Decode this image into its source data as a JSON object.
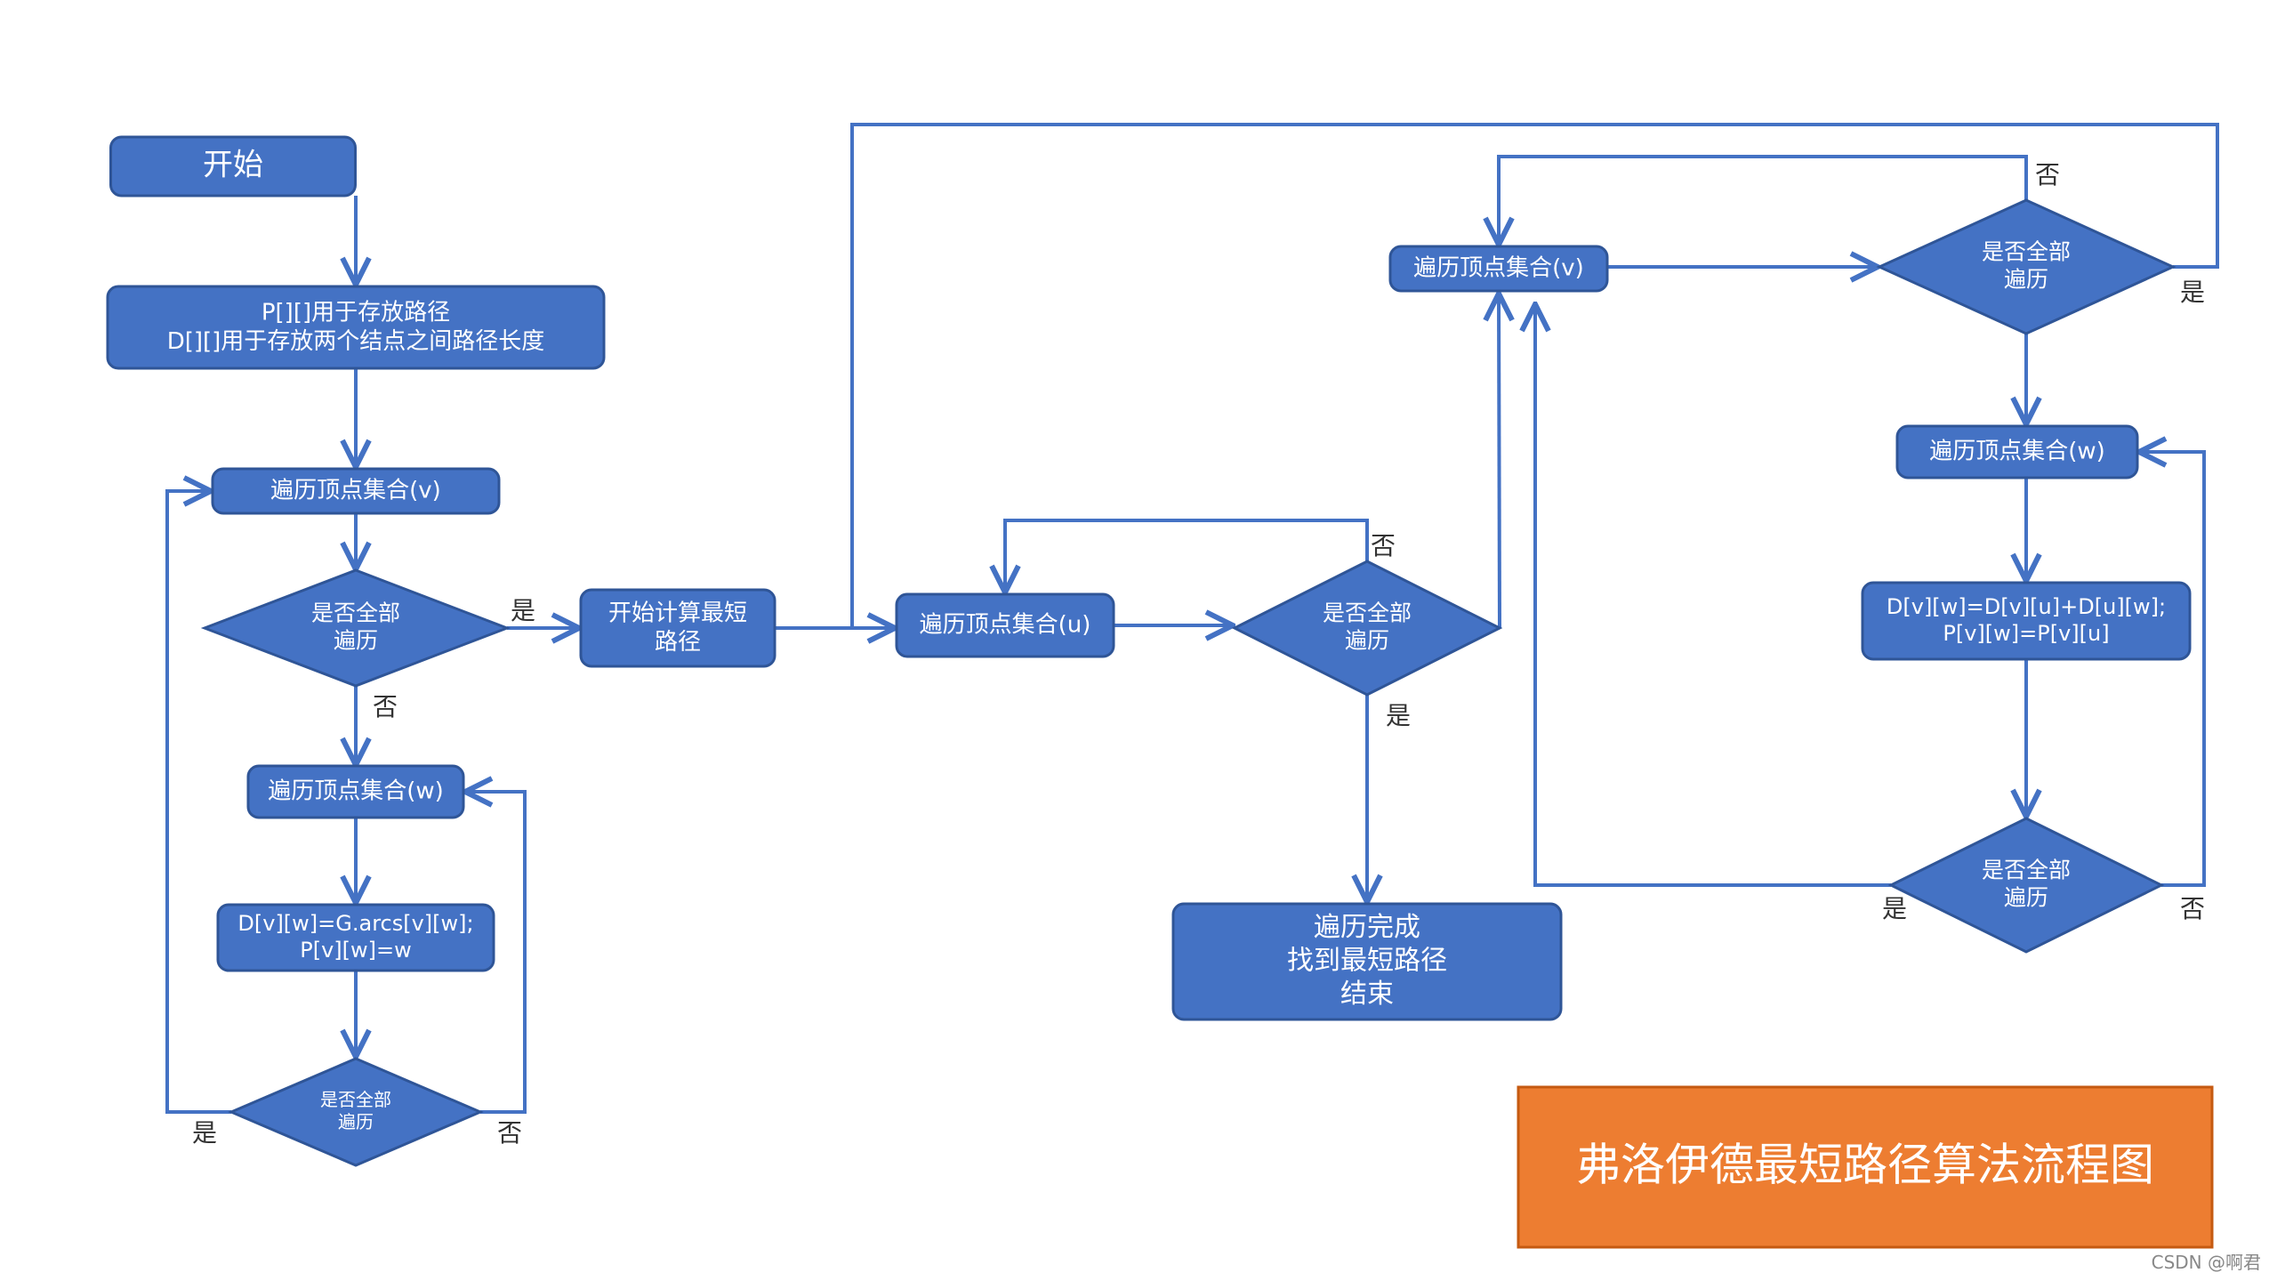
{
  "title": "弗洛伊德最短路径算法流程图",
  "watermark": "CSDN @啊君",
  "nodes": {
    "start": [
      "开始"
    ],
    "init": [
      "P[][]用于存放路径",
      "D[][]用于存放两个结点之间路径长度"
    ],
    "loop_v1": [
      "遍历顶点集合(v)"
    ],
    "check_v1": [
      "是否全部",
      "遍历"
    ],
    "loop_w1": [
      "遍历顶点集合(w)"
    ],
    "assign1": [
      "D[v][w]=G.arcs[v][w];",
      "P[v][w]=w"
    ],
    "check_w1": [
      "是否全部",
      "遍历"
    ],
    "compute": [
      "开始计算最短",
      "路径"
    ],
    "loop_u": [
      "遍历顶点集合(u)"
    ],
    "check_u": [
      "是否全部",
      "遍历"
    ],
    "done": [
      "遍历完成",
      "找到最短路径",
      "结束"
    ],
    "loop_v2": [
      "遍历顶点集合(v)"
    ],
    "check_v2": [
      "是否全部",
      "遍历"
    ],
    "loop_w2": [
      "遍历顶点集合(w)"
    ],
    "assign2": [
      "D[v][w]=D[v][u]+D[u][w];",
      "P[v][w]=P[v][u]"
    ],
    "check_w2": [
      "是否全部",
      "遍历"
    ]
  },
  "labels": {
    "yes": "是",
    "no": "否"
  }
}
